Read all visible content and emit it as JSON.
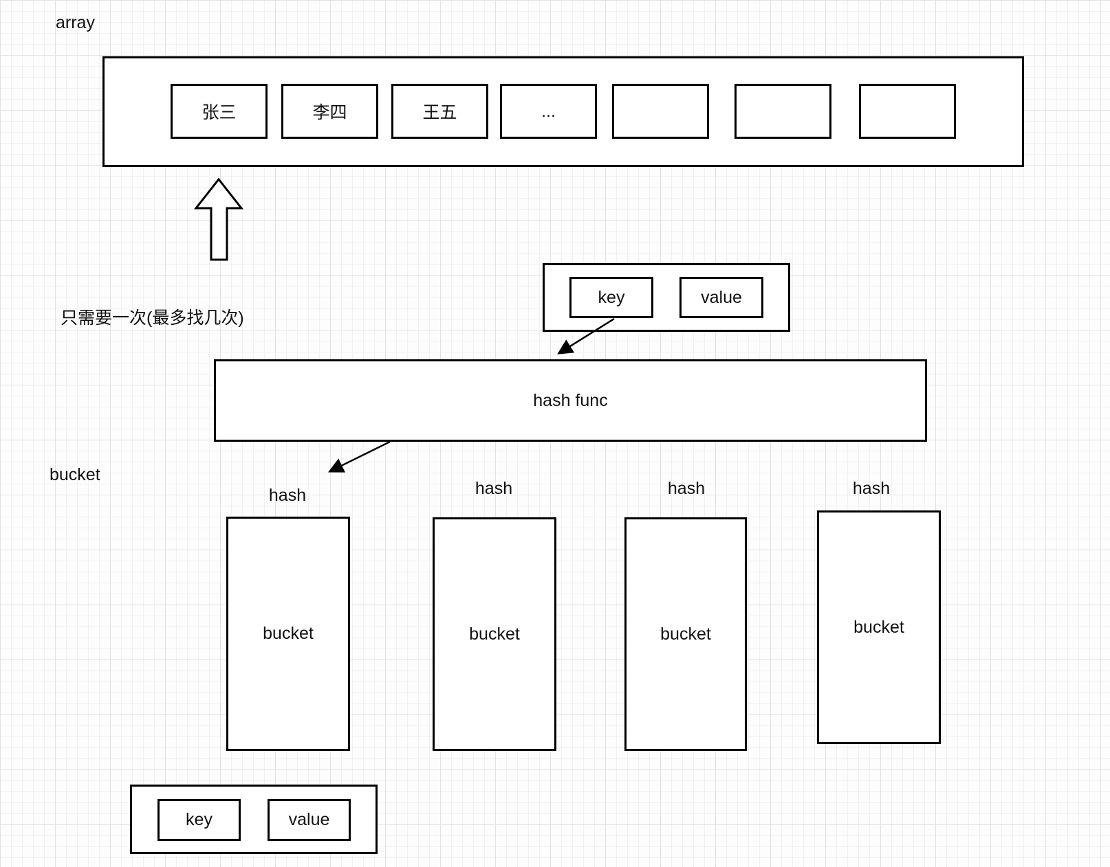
{
  "canvas": {
    "stroke_color": "#000000",
    "background_color": "#fdfdfd",
    "grid_minor_color": "#f1f1f1",
    "grid_major_color": "#e2e2e2"
  },
  "array_section": {
    "label": "array",
    "cells": [
      {
        "text": "张三"
      },
      {
        "text": "李四"
      },
      {
        "text": "王五"
      },
      {
        "text": "..."
      },
      {
        "text": ""
      },
      {
        "text": ""
      },
      {
        "text": ""
      }
    ]
  },
  "annotation": {
    "text": "只需要一次(最多找几次)"
  },
  "kv_top": {
    "key_label": "key",
    "value_label": "value"
  },
  "hash_func": {
    "label": "hash func"
  },
  "bucket_section": {
    "label": "bucket",
    "columns": [
      {
        "hash_label": "hash",
        "bucket_label": "bucket"
      },
      {
        "hash_label": "hash",
        "bucket_label": "bucket"
      },
      {
        "hash_label": "hash",
        "bucket_label": "bucket"
      },
      {
        "hash_label": "hash",
        "bucket_label": "bucket"
      }
    ]
  },
  "kv_bottom": {
    "key_label": "key",
    "value_label": "value"
  },
  "icons": {
    "up_arrow": "up-arrow",
    "key_to_hashfunc_arrow": "down-left-arrow",
    "hashfunc_to_bucket_arrow": "down-left-arrow"
  }
}
